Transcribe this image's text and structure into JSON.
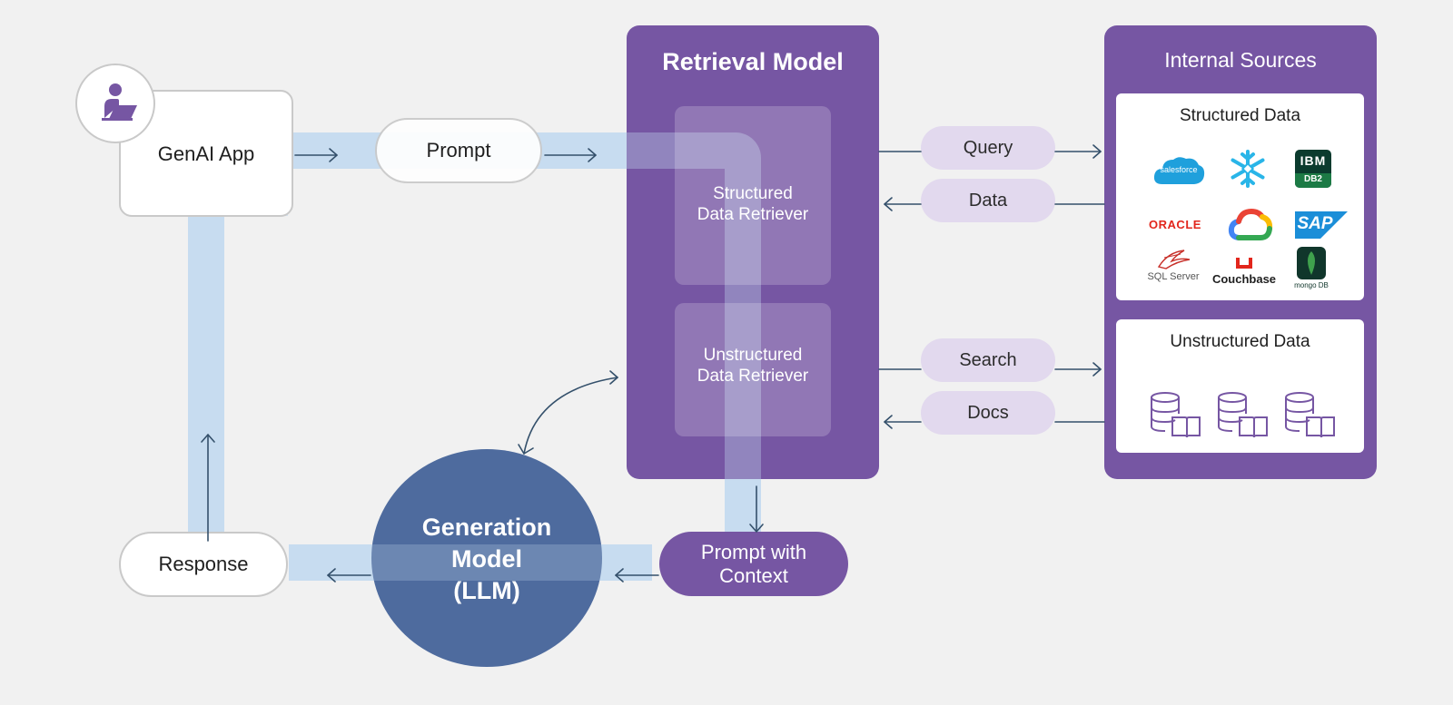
{
  "genai_app": {
    "label": "GenAI App"
  },
  "prompt": {
    "label": "Prompt"
  },
  "response": {
    "label": "Response"
  },
  "generation_model": {
    "line1": "Generation",
    "line2": "Model",
    "line3": "(LLM)"
  },
  "prompt_with_context": {
    "line1": "Prompt with",
    "line2": "Context"
  },
  "retrieval_model": {
    "title": "Retrieval Model",
    "structured_retriever": {
      "line1": "Structured",
      "line2": "Data Retriever"
    },
    "unstructured_retriever": {
      "line1": "Unstructured",
      "line2": "Data Retriever"
    }
  },
  "connectors": {
    "query": "Query",
    "data": "Data",
    "search": "Search",
    "docs": "Docs"
  },
  "internal_sources": {
    "title": "Internal Sources",
    "structured": {
      "title": "Structured Data",
      "logos": {
        "salesforce": "salesforce",
        "snowflake": "snowflake-icon",
        "ibm": "IBM",
        "db2": "DB2",
        "oracle": "ORACLE",
        "google_cloud": "google-cloud-icon",
        "sap": "SAP",
        "sql_server": "SQL Server",
        "couchbase": "Couchbase",
        "mongodb": "mongo DB"
      }
    },
    "unstructured": {
      "title": "Unstructured Data",
      "icons": [
        "database-docs-icon",
        "database-docs-icon",
        "database-docs-icon"
      ]
    }
  },
  "colors": {
    "background": "#f1f1f1",
    "flow": "#c7dcf0",
    "purple": "#7656a3",
    "lavender": "#e2d9ee",
    "llm_blue": "#4e6b9e",
    "line": "#34506b"
  }
}
